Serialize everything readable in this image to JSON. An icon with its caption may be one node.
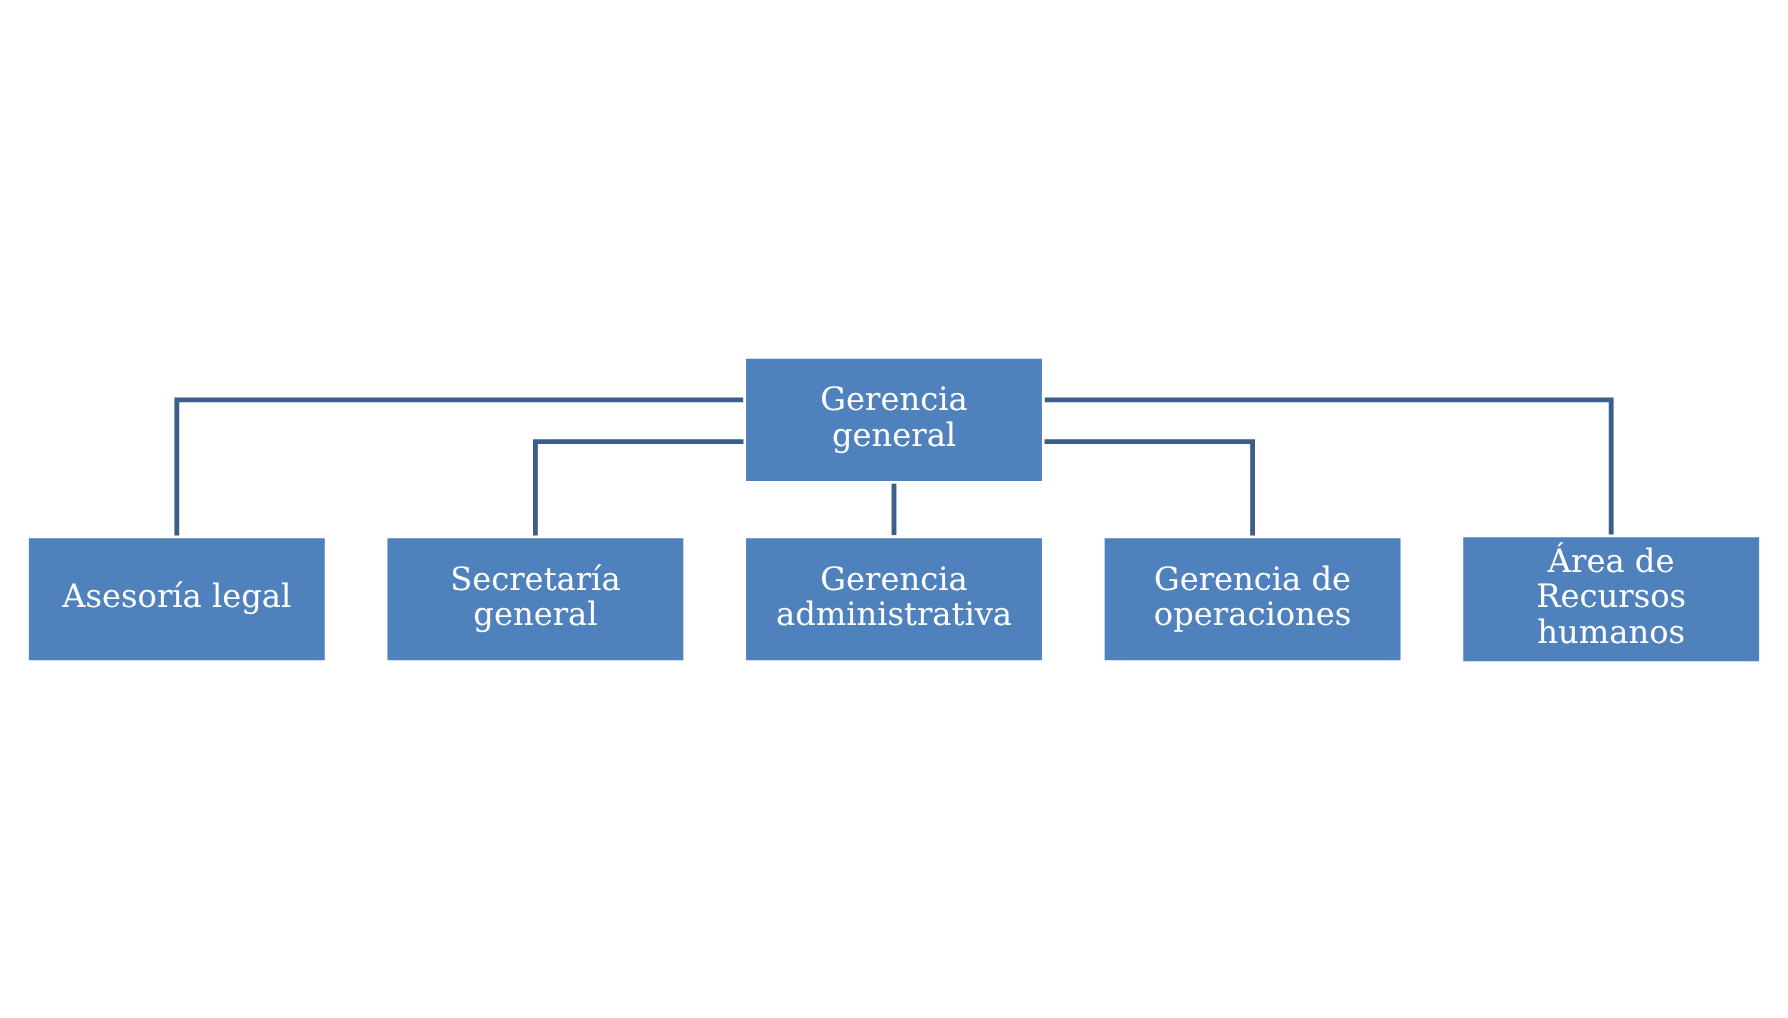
{
  "diagram": {
    "nodes": [
      {
        "text": [
          "Gerencia general"
        ]
      },
      {
        "text": [
          "Asesoría legal"
        ]
      },
      {
        "text": [
          "Secretaría general"
        ]
      },
      {
        "text": [
          "Gerencia administrativa"
        ]
      },
      {
        "text": [
          "Gerencia de operaciones"
        ]
      },
      {
        "text": [
          "Área de Recursos humanos"
        ]
      }
    ],
    "edges": [
      {
        "from": 0,
        "to": 1,
        "arrow": "none"
      },
      {
        "from": 0,
        "to": 2,
        "arrow": "none"
      },
      {
        "from": 0,
        "to": 3,
        "arrow": "none"
      },
      {
        "from": 0,
        "to": 4,
        "arrow": "none"
      },
      {
        "from": 0,
        "to": 5,
        "arrow": "none"
      }
    ]
  }
}
